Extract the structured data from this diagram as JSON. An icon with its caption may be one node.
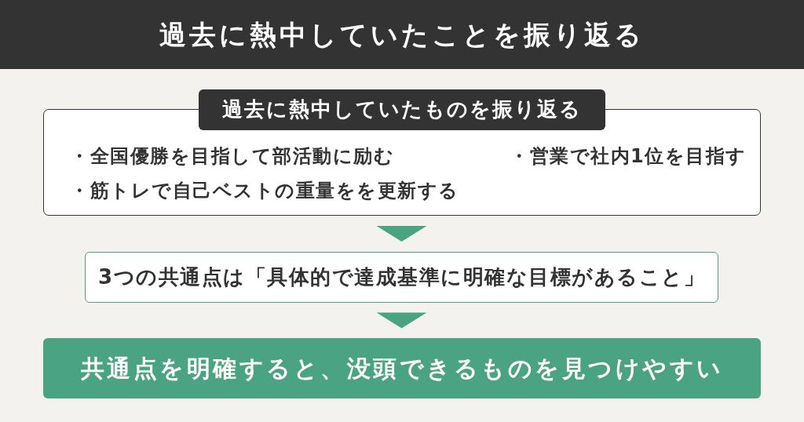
{
  "diagram": {
    "title": "過去に熱中していたことを振り返る",
    "nodes": [
      {
        "text": [
          "過去に熱中していたものを振り返る",
          "・全国優勝を目指して部活動に励む",
          "・営業で社内1位を目指す",
          "・筋トレで自己ベストの重量をを更新する"
        ]
      },
      {
        "text": [
          "3つの共通点は「具体的で達成基準に明確な目標があること」"
        ]
      },
      {
        "text": [
          "共通点を明確すると、没頭できるものを見つけやすい"
        ]
      }
    ],
    "edges": [
      {
        "from": 0,
        "to": 1,
        "arrow": "to"
      },
      {
        "from": 1,
        "to": 2,
        "arrow": "to"
      }
    ]
  }
}
